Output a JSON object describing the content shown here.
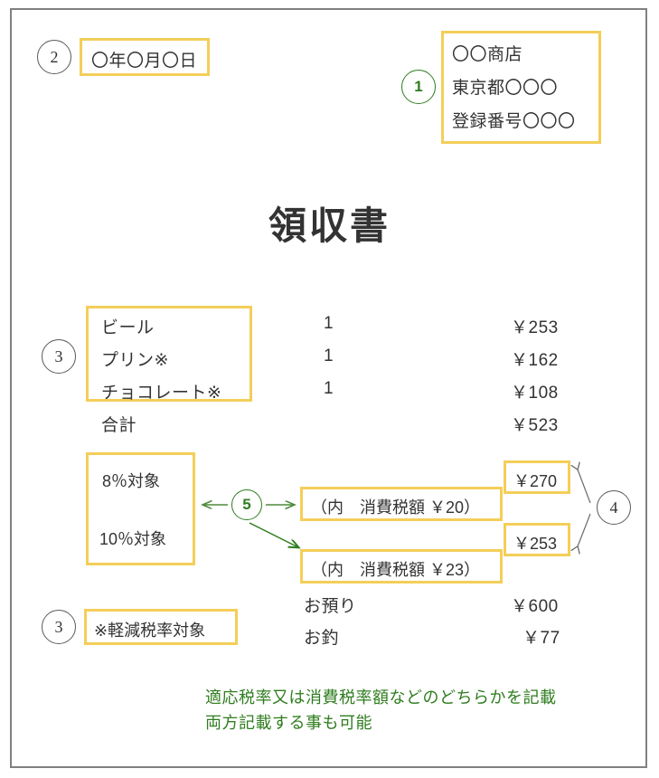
{
  "document": {
    "title": "領収書"
  },
  "markers": {
    "m1": "1",
    "m2": "2",
    "m3a": "3",
    "m3b": "3",
    "m4": "4",
    "m5": "5"
  },
  "date_line": "〇年〇月〇日",
  "issuer": {
    "line1": "〇〇商店",
    "line2": "東京都〇〇〇",
    "line3": "登録番号〇〇〇"
  },
  "items": [
    {
      "name": "ビール",
      "qty": "1",
      "price": "￥253"
    },
    {
      "name": "プリン※",
      "qty": "1",
      "price": "￥162"
    },
    {
      "name": "チョコレート※",
      "qty": "1",
      "price": "￥108"
    },
    {
      "name": "合計",
      "qty": "",
      "price": "￥523"
    }
  ],
  "tax_summary": {
    "rate_8_label": "8％対象",
    "rate_10_label": "10％対象",
    "amount_8": "￥270",
    "amount_10": "￥253",
    "inner_tax_8": "（内　消費税額 ￥20）",
    "inner_tax_10": "（内　消費税額 ￥23）"
  },
  "payment": [
    {
      "label": "お預り",
      "value": "￥600"
    },
    {
      "label": "お釣",
      "value": "￥77"
    }
  ],
  "footnote": "※軽減税率対象",
  "green_notes": {
    "line1": "適応税率又は消費税率額などのどちらかを記載",
    "line2": "両方記載する事も可能"
  },
  "colors": {
    "highlight": "#f4ce59",
    "accent_green": "#2f7d1f",
    "text": "#333333",
    "frame": "#808080"
  }
}
